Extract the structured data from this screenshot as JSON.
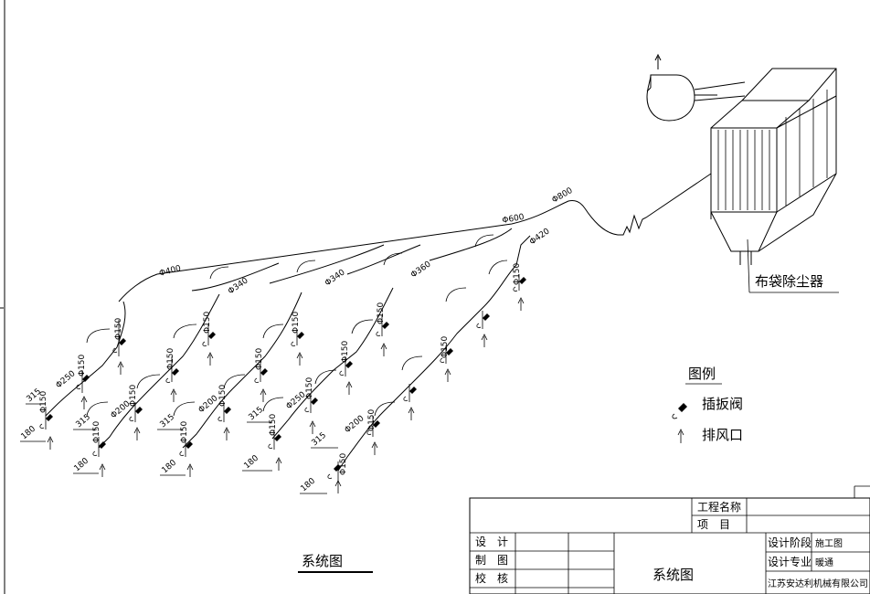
{
  "drawing": {
    "title": "系统图",
    "equipment_label": "布袋除尘器"
  },
  "legend": {
    "title": "图例",
    "items": [
      {
        "name": "valve",
        "label": "插扳阀"
      },
      {
        "name": "outlet",
        "label": "排风口"
      }
    ]
  },
  "pipe_labels": [
    {
      "text": "Φ800"
    },
    {
      "text": "Φ600"
    },
    {
      "text": "Φ420"
    },
    {
      "text": "Φ400"
    },
    {
      "text": "Φ340"
    },
    {
      "text": "Φ340"
    },
    {
      "text": "Φ360"
    },
    {
      "text": "Φ250"
    },
    {
      "text": "Φ200"
    },
    {
      "text": "Φ200"
    },
    {
      "text": "Φ250"
    },
    {
      "text": "Φ200"
    },
    {
      "text": "Φ150"
    },
    {
      "text": "Φ150"
    },
    {
      "text": "Φ150"
    },
    {
      "text": "Φ150"
    },
    {
      "text": "Φ150"
    },
    {
      "text": "Φ150"
    },
    {
      "text": "Φ150"
    },
    {
      "text": "Φ150"
    },
    {
      "text": "Φ150"
    },
    {
      "text": "Φ150"
    },
    {
      "text": "Φ150"
    },
    {
      "text": "Φ150"
    },
    {
      "text": "Φ150"
    },
    {
      "text": "Φ150"
    },
    {
      "text": "Φ150"
    },
    {
      "text": "Φ150"
    },
    {
      "text": "Φ150"
    },
    {
      "text": "Φ150"
    },
    {
      "text": "Φ150"
    },
    {
      "text": "315"
    },
    {
      "text": "315"
    },
    {
      "text": "315"
    },
    {
      "text": "315"
    },
    {
      "text": "315"
    },
    {
      "text": "180"
    },
    {
      "text": "180"
    },
    {
      "text": "180"
    },
    {
      "text": "180"
    },
    {
      "text": "180"
    }
  ],
  "title_block": {
    "project_name_label": "工程名称",
    "item_label": "项　目",
    "design_label": "设　计",
    "draw_label": "制　图",
    "check_label": "校　核",
    "drawing_name": "系统图",
    "design_stage_label": "设计阶段",
    "design_stage_value": "施工图",
    "discipline_label": "设计专业",
    "discipline_value": "暖通",
    "company": "江苏安达利机械有限公司"
  }
}
